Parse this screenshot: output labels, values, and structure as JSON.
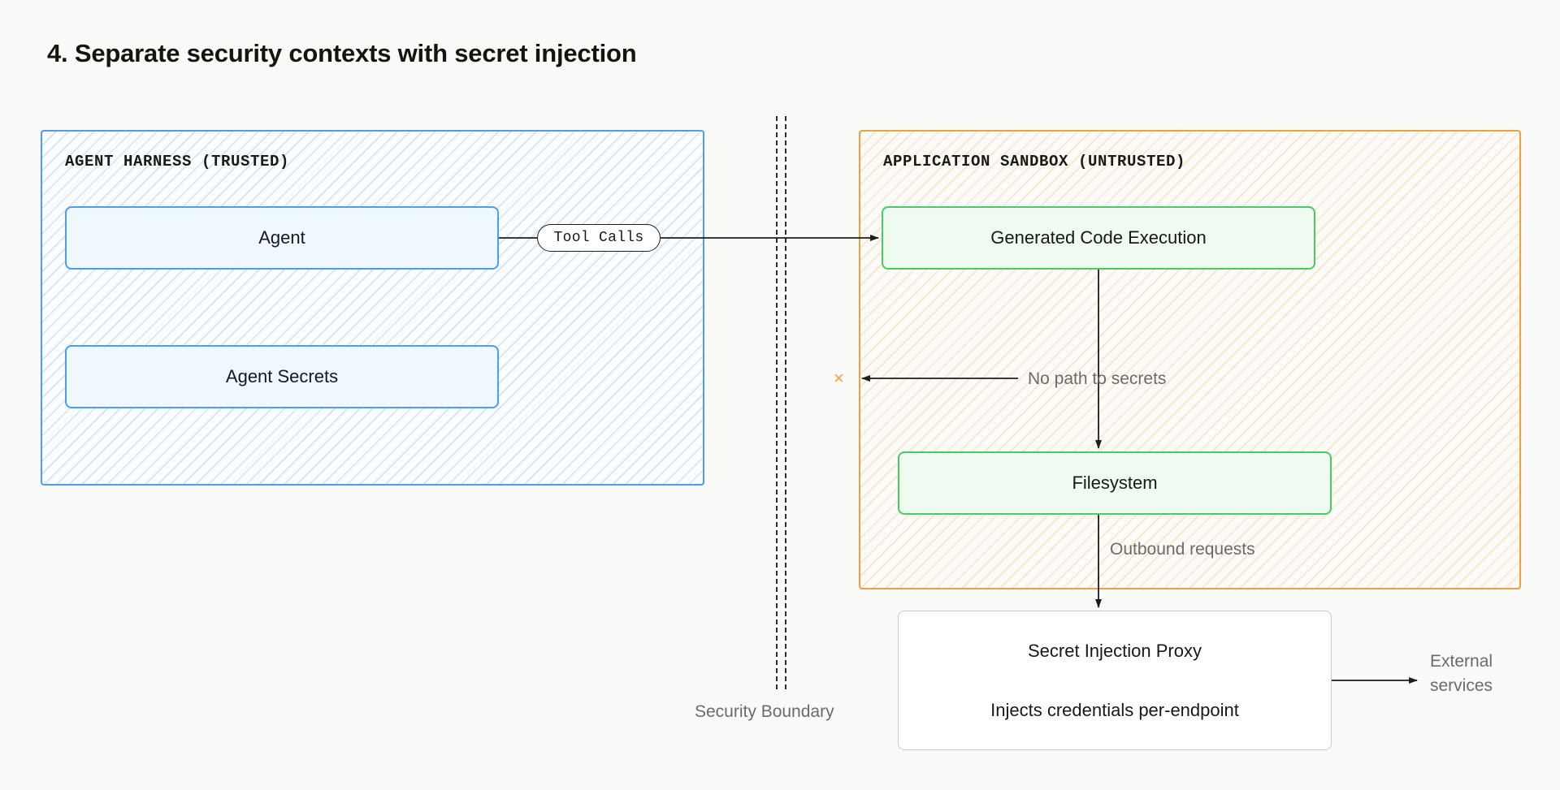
{
  "page": {
    "title": "4.  Separate security contexts with secret injection",
    "background": "#fafaf9"
  },
  "groups": {
    "trusted": {
      "label": "AGENT HARNESS (TRUSTED)",
      "accent": "#4aa0ef",
      "fill": "#fbfdff"
    },
    "untrusted": {
      "label": "APPLICATION SANDBOX (UNTRUSTED)",
      "accent": "#f0a03c",
      "fill": "#fdfbf8"
    }
  },
  "nodes": {
    "agent": {
      "label": "Agent",
      "accent": "#4aa0ef",
      "fill": "#eff7ff"
    },
    "agent_secrets": {
      "label": "Agent Secrets",
      "accent": "#4aa0ef",
      "fill": "#eff7ff"
    },
    "code_execution": {
      "label": "Generated Code Execution",
      "accent": "#45cc63",
      "fill": "#effaf1"
    },
    "filesystem": {
      "label": "Filesystem",
      "accent": "#45cc63",
      "fill": "#effaf1"
    },
    "proxy": {
      "title": "Secret Injection Proxy",
      "subtitle": "Injects credentials per-endpoint",
      "accent": "#c9c9c6",
      "fill": "#ffffff"
    }
  },
  "edges": {
    "tool_calls": {
      "label": "Tool Calls",
      "from": "agent",
      "to": "code_execution"
    },
    "no_path": {
      "label": "No path to secrets",
      "from": "code_execution",
      "to": "blocked",
      "blocked_marker": "×",
      "marker_color": "#f0a03c"
    },
    "outbound": {
      "label": "Outbound requests",
      "from": "filesystem",
      "to": "proxy"
    },
    "external": {
      "label": "External\nservices",
      "from": "proxy",
      "to": "external_services"
    }
  },
  "boundary": {
    "label": "Security Boundary",
    "style": "double-dashed",
    "color": "#2b2b29"
  },
  "labels": {
    "external_services_line1": "External",
    "external_services_line2": "services"
  }
}
